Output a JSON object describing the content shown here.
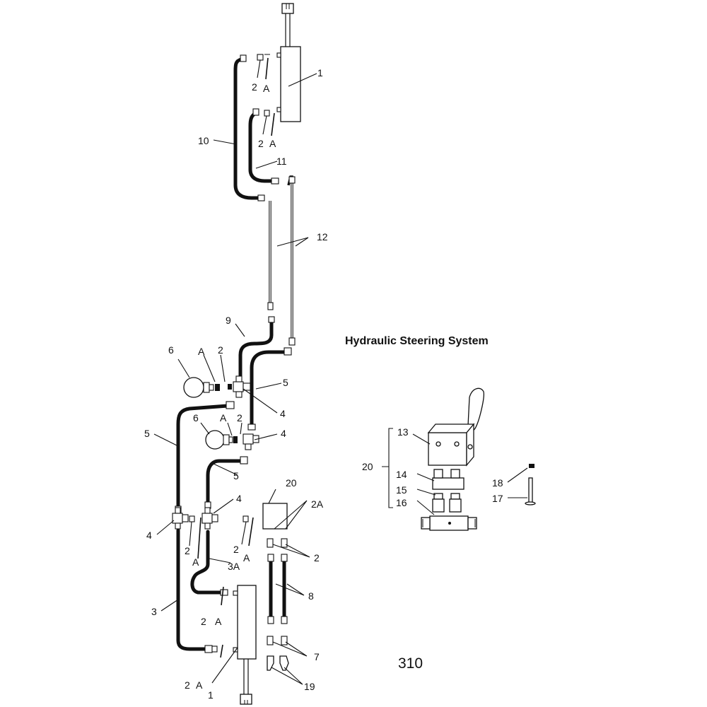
{
  "title": "Hydraulic Steering System",
  "page_number": "310",
  "callouts": {
    "c1_top": "1",
    "c2a_top_2": "2",
    "c2a_top_a": "A",
    "c2a_mid_2": "2",
    "c2a_mid_a": "A",
    "c10": "10",
    "c11": "11",
    "c12": "12",
    "c9": "9",
    "c6_top": "6",
    "ca_6top": "A",
    "c2_6top": "2",
    "c5_right": "5",
    "c4_a": "4",
    "c6_mid": "6",
    "ca_6mid": "A",
    "c2_6mid": "2",
    "c4_b": "4",
    "c5_left": "5",
    "c5_mid": "5",
    "c20_top": "20",
    "c2a_box": "2A",
    "c4_c": "4",
    "c4_d": "4",
    "c2_lowa": "2",
    "ca_lowa": "A",
    "c2_lowb": "2",
    "ca_lowb": "A",
    "c3a": "3A",
    "c2_box": "2",
    "c8": "8",
    "c3": "3",
    "c2_bottom1": "2",
    "ca_bottom1": "A",
    "c7": "7",
    "c2_bottom2": "2",
    "ca_bottom2": "A",
    "c1_bottom": "1",
    "c19": "19",
    "c13": "13",
    "c20_valve": "20",
    "c14": "14",
    "c15": "15",
    "c16": "16",
    "c18": "18",
    "c17": "17"
  }
}
